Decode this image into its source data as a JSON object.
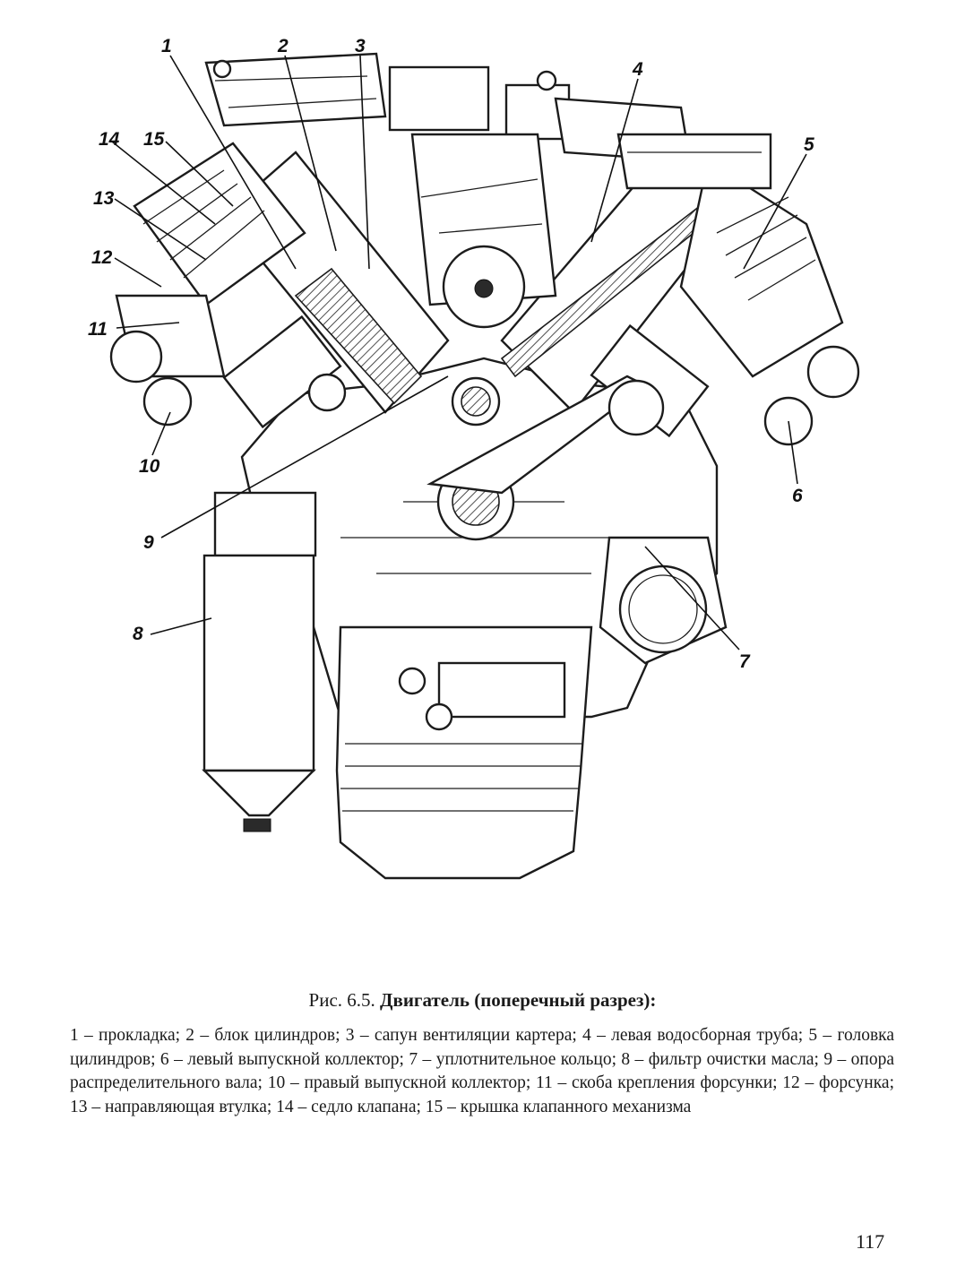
{
  "figure": {
    "labels": [
      "1",
      "2",
      "3",
      "4",
      "5",
      "6",
      "7",
      "8",
      "9",
      "10",
      "11",
      "12",
      "13",
      "14",
      "15"
    ]
  },
  "caption": {
    "prefix": "Рис. 6.5.",
    "title": "Двигатель (поперечный разрез):",
    "text": "1 – прокладка; 2 – блок цилиндров; 3 – сапун вентиляции картера; 4 – левая водосборная труба; 5 – головка цилиндров; 6 – левый выпускной коллектор; 7 – уплотнительное кольцо; 8 – фильтр очистки масла; 9 – опора распределительного вала; 10 – правый выпускной коллектор; 11 – скоба крепления форсунки; 12 – форсунка; 13 – направляющая втулка; 14 – седло клапана; 15 – крышка клапанного механизма"
  },
  "page_number": "117"
}
